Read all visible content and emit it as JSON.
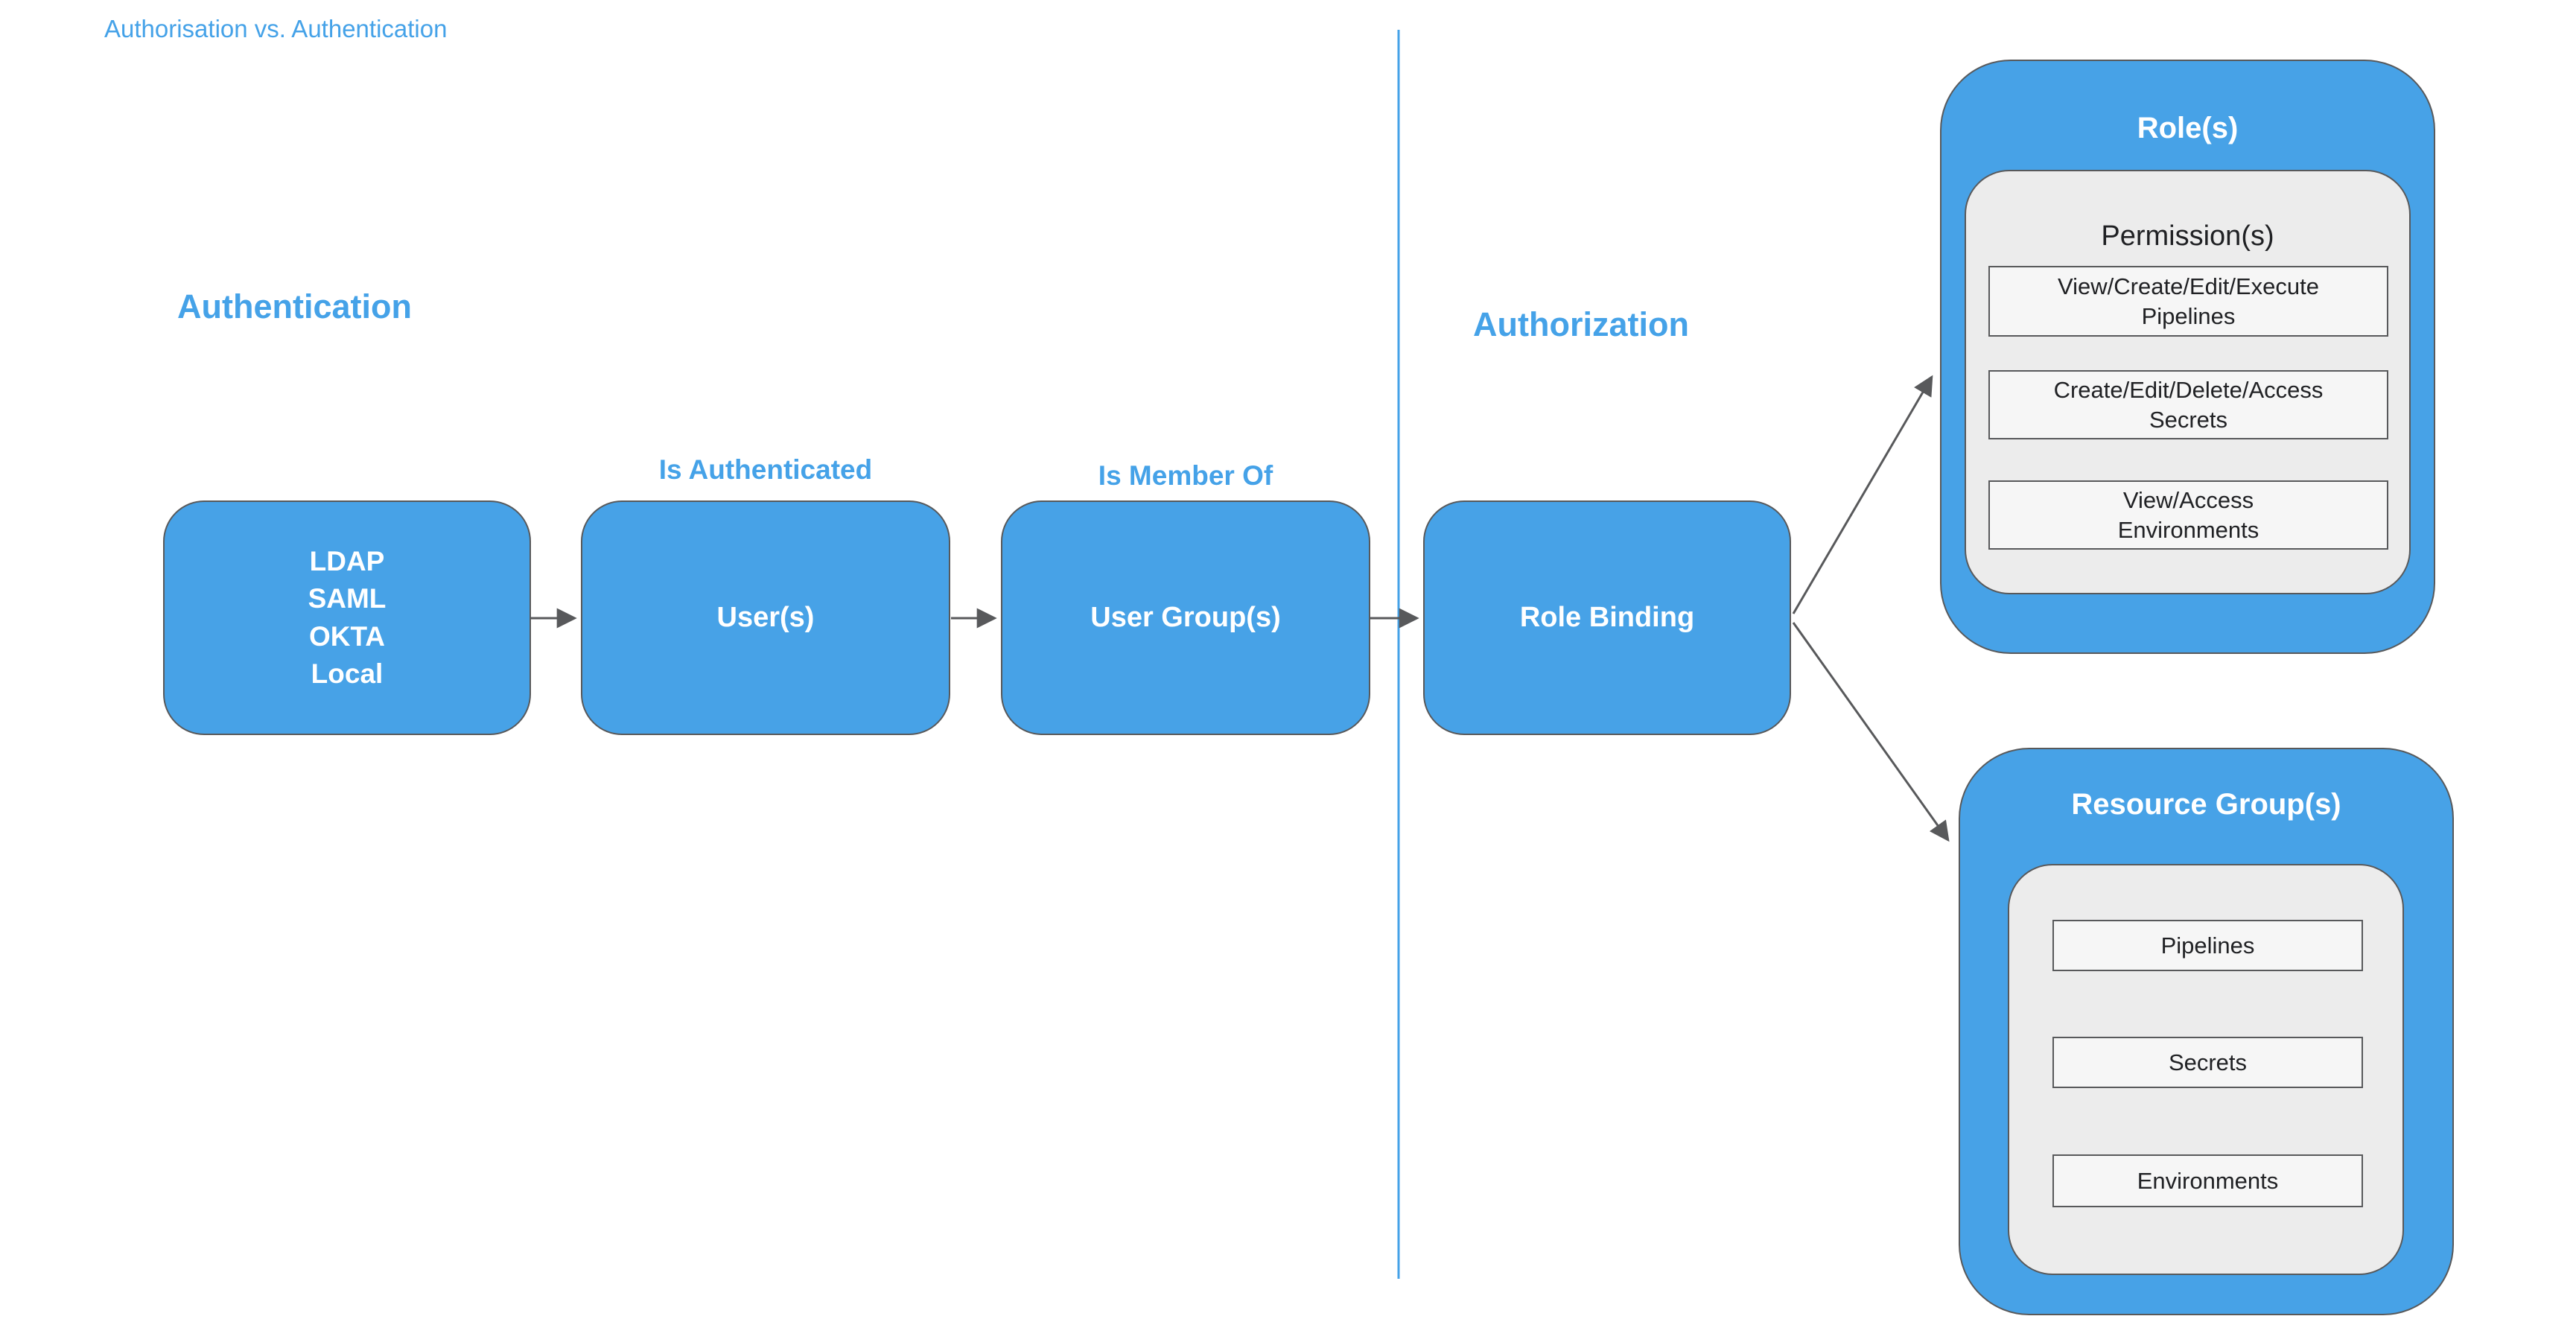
{
  "title": "Authorisation vs. Authentication",
  "headings": {
    "authentication": "Authentication",
    "authorization": "Authorization"
  },
  "flow": {
    "identity_providers": {
      "lines": [
        "LDAP",
        "SAML",
        "OKTA",
        "Local"
      ]
    },
    "users_label": "User(s)",
    "user_groups_label": "User Group(s)",
    "role_binding_label": "Role Binding",
    "edge_labels": {
      "is_authenticated": "Is Authenticated",
      "is_member_of": "Is Member Of"
    }
  },
  "roles": {
    "label": "Role(s)",
    "permissions": {
      "label": "Permission(s)",
      "items": [
        "View/Create/Edit/Execute\nPipelines",
        "Create/Edit/Delete/Access\nSecrets",
        "View/Access\nEnvironments"
      ]
    }
  },
  "resource_groups": {
    "label": "Resource Group(s)",
    "items": [
      "Pipelines",
      "Secrets",
      "Environments"
    ]
  },
  "colors": {
    "accent": "#45a2e8",
    "node_fill": "#47a2e7",
    "panel_fill": "#ececec",
    "item_fill": "#f6f6f6",
    "arrow": "#58595b"
  }
}
